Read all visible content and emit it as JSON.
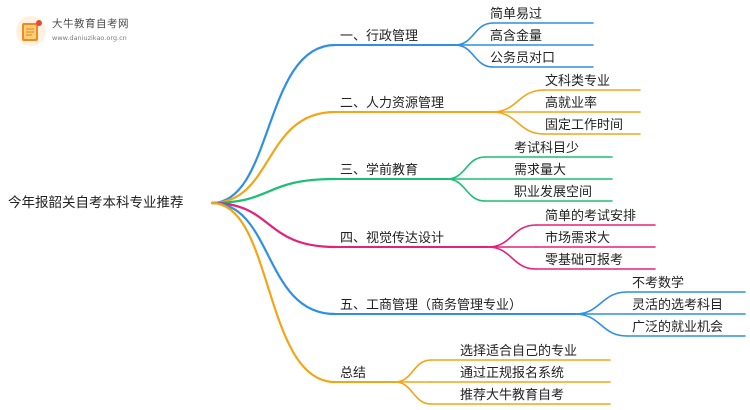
{
  "logo": {
    "title": "大牛教育自考网",
    "url": "www.daniuzikao.org.cn"
  },
  "root": "今年报韶关自考本科专业推荐",
  "branches": [
    {
      "label": "一、行政管理",
      "color": "#2f8fe4",
      "leaves": [
        "简单易过",
        "高含金量",
        "公务员对口"
      ]
    },
    {
      "label": "二、人力资源管理",
      "color": "#f2a516",
      "leaves": [
        "文科类专业",
        "高就业率",
        "固定工作时间"
      ]
    },
    {
      "label": "三、学前教育",
      "color": "#1dbf74",
      "leaves": [
        "考试科目少",
        "需求量大",
        "职业发展空间"
      ]
    },
    {
      "label": "四、视觉传达设计",
      "color": "#e5207a",
      "leaves": [
        "简单的考试安排",
        "市场需求大",
        "零基础可报考"
      ]
    },
    {
      "label": "五、工商管理（商务管理专业）",
      "color": "#2f8fe4",
      "leaves": [
        "不考数学",
        "灵活的选考科目",
        "广泛的就业机会"
      ]
    },
    {
      "label": "总结",
      "color": "#f2a516",
      "leaves": [
        "选择适合自己的专业",
        "通过正规报名系统",
        "推荐大牛教育自考"
      ]
    }
  ]
}
